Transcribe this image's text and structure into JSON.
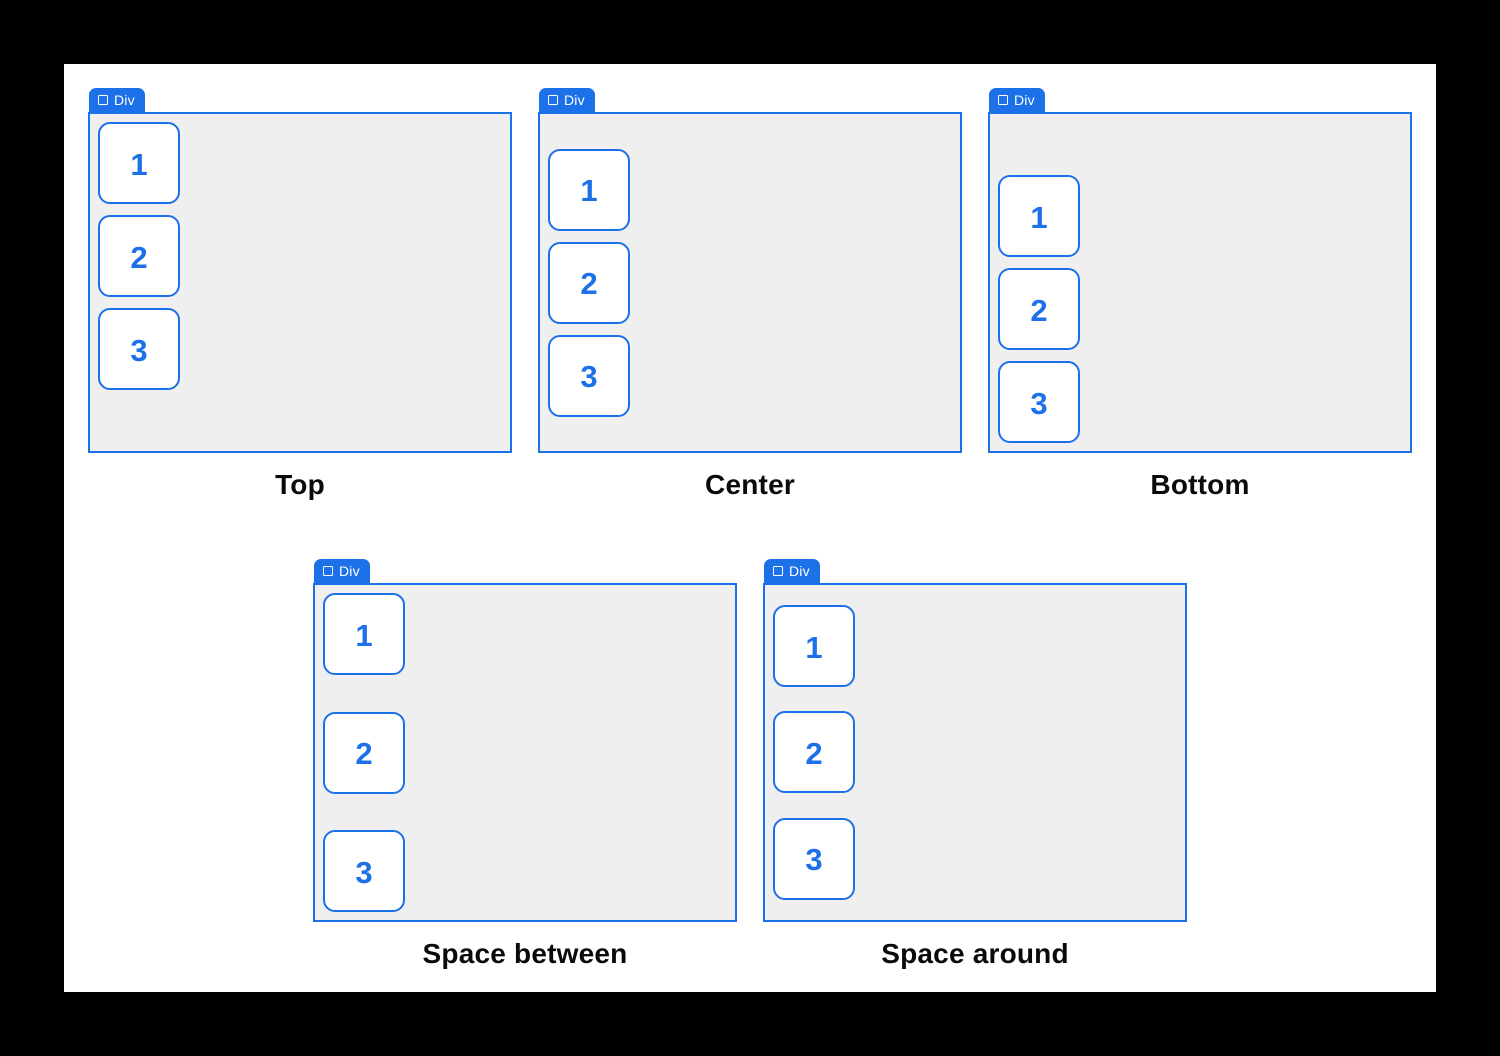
{
  "colors": {
    "accent_blue": "#1C70E8",
    "container_gray": "#EFEFEF",
    "canvas_white": "#FFFFFF",
    "frame_black": "#000000",
    "caption_black": "#0A0A0A"
  },
  "panels": [
    {
      "tag": "Div",
      "icon": "square-outline-icon",
      "boxes": [
        "1",
        "2",
        "3"
      ],
      "caption": "Top"
    },
    {
      "tag": "Div",
      "icon": "square-outline-icon",
      "boxes": [
        "1",
        "2",
        "3"
      ],
      "caption": "Center"
    },
    {
      "tag": "Div",
      "icon": "square-outline-icon",
      "boxes": [
        "1",
        "2",
        "3"
      ],
      "caption": "Bottom"
    },
    {
      "tag": "Div",
      "icon": "square-outline-icon",
      "boxes": [
        "1",
        "2",
        "3"
      ],
      "caption": "Space between"
    },
    {
      "tag": "Div",
      "icon": "square-outline-icon",
      "boxes": [
        "1",
        "2",
        "3"
      ],
      "caption": "Space around"
    }
  ]
}
